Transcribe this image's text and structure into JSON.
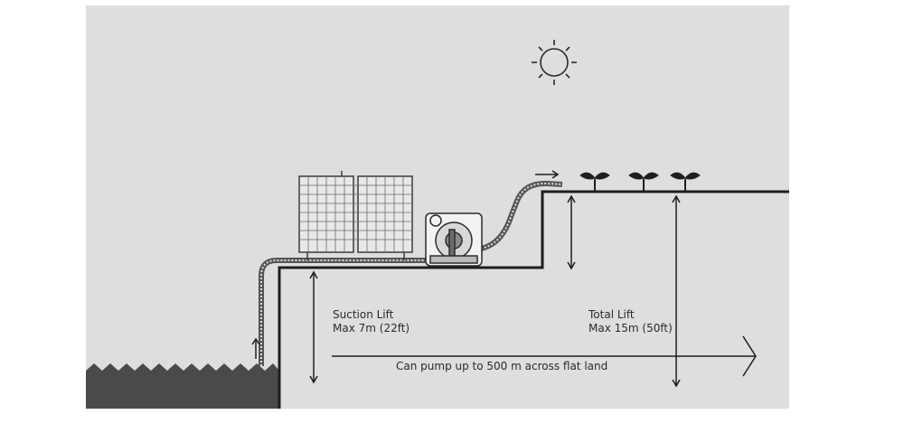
{
  "labels": {
    "suction_title": "Suction Lift",
    "suction_value": "Max 7m (22ft)",
    "total_title": "Total Lift",
    "total_value": "Max 15m (50ft)",
    "flat_land": "Can pump up to 500 m across flat land"
  },
  "colors": {
    "background": "#dedede",
    "line": "#1e1e1e",
    "water": "#4a4a4a",
    "panel_grid": "#6a6a6a"
  }
}
